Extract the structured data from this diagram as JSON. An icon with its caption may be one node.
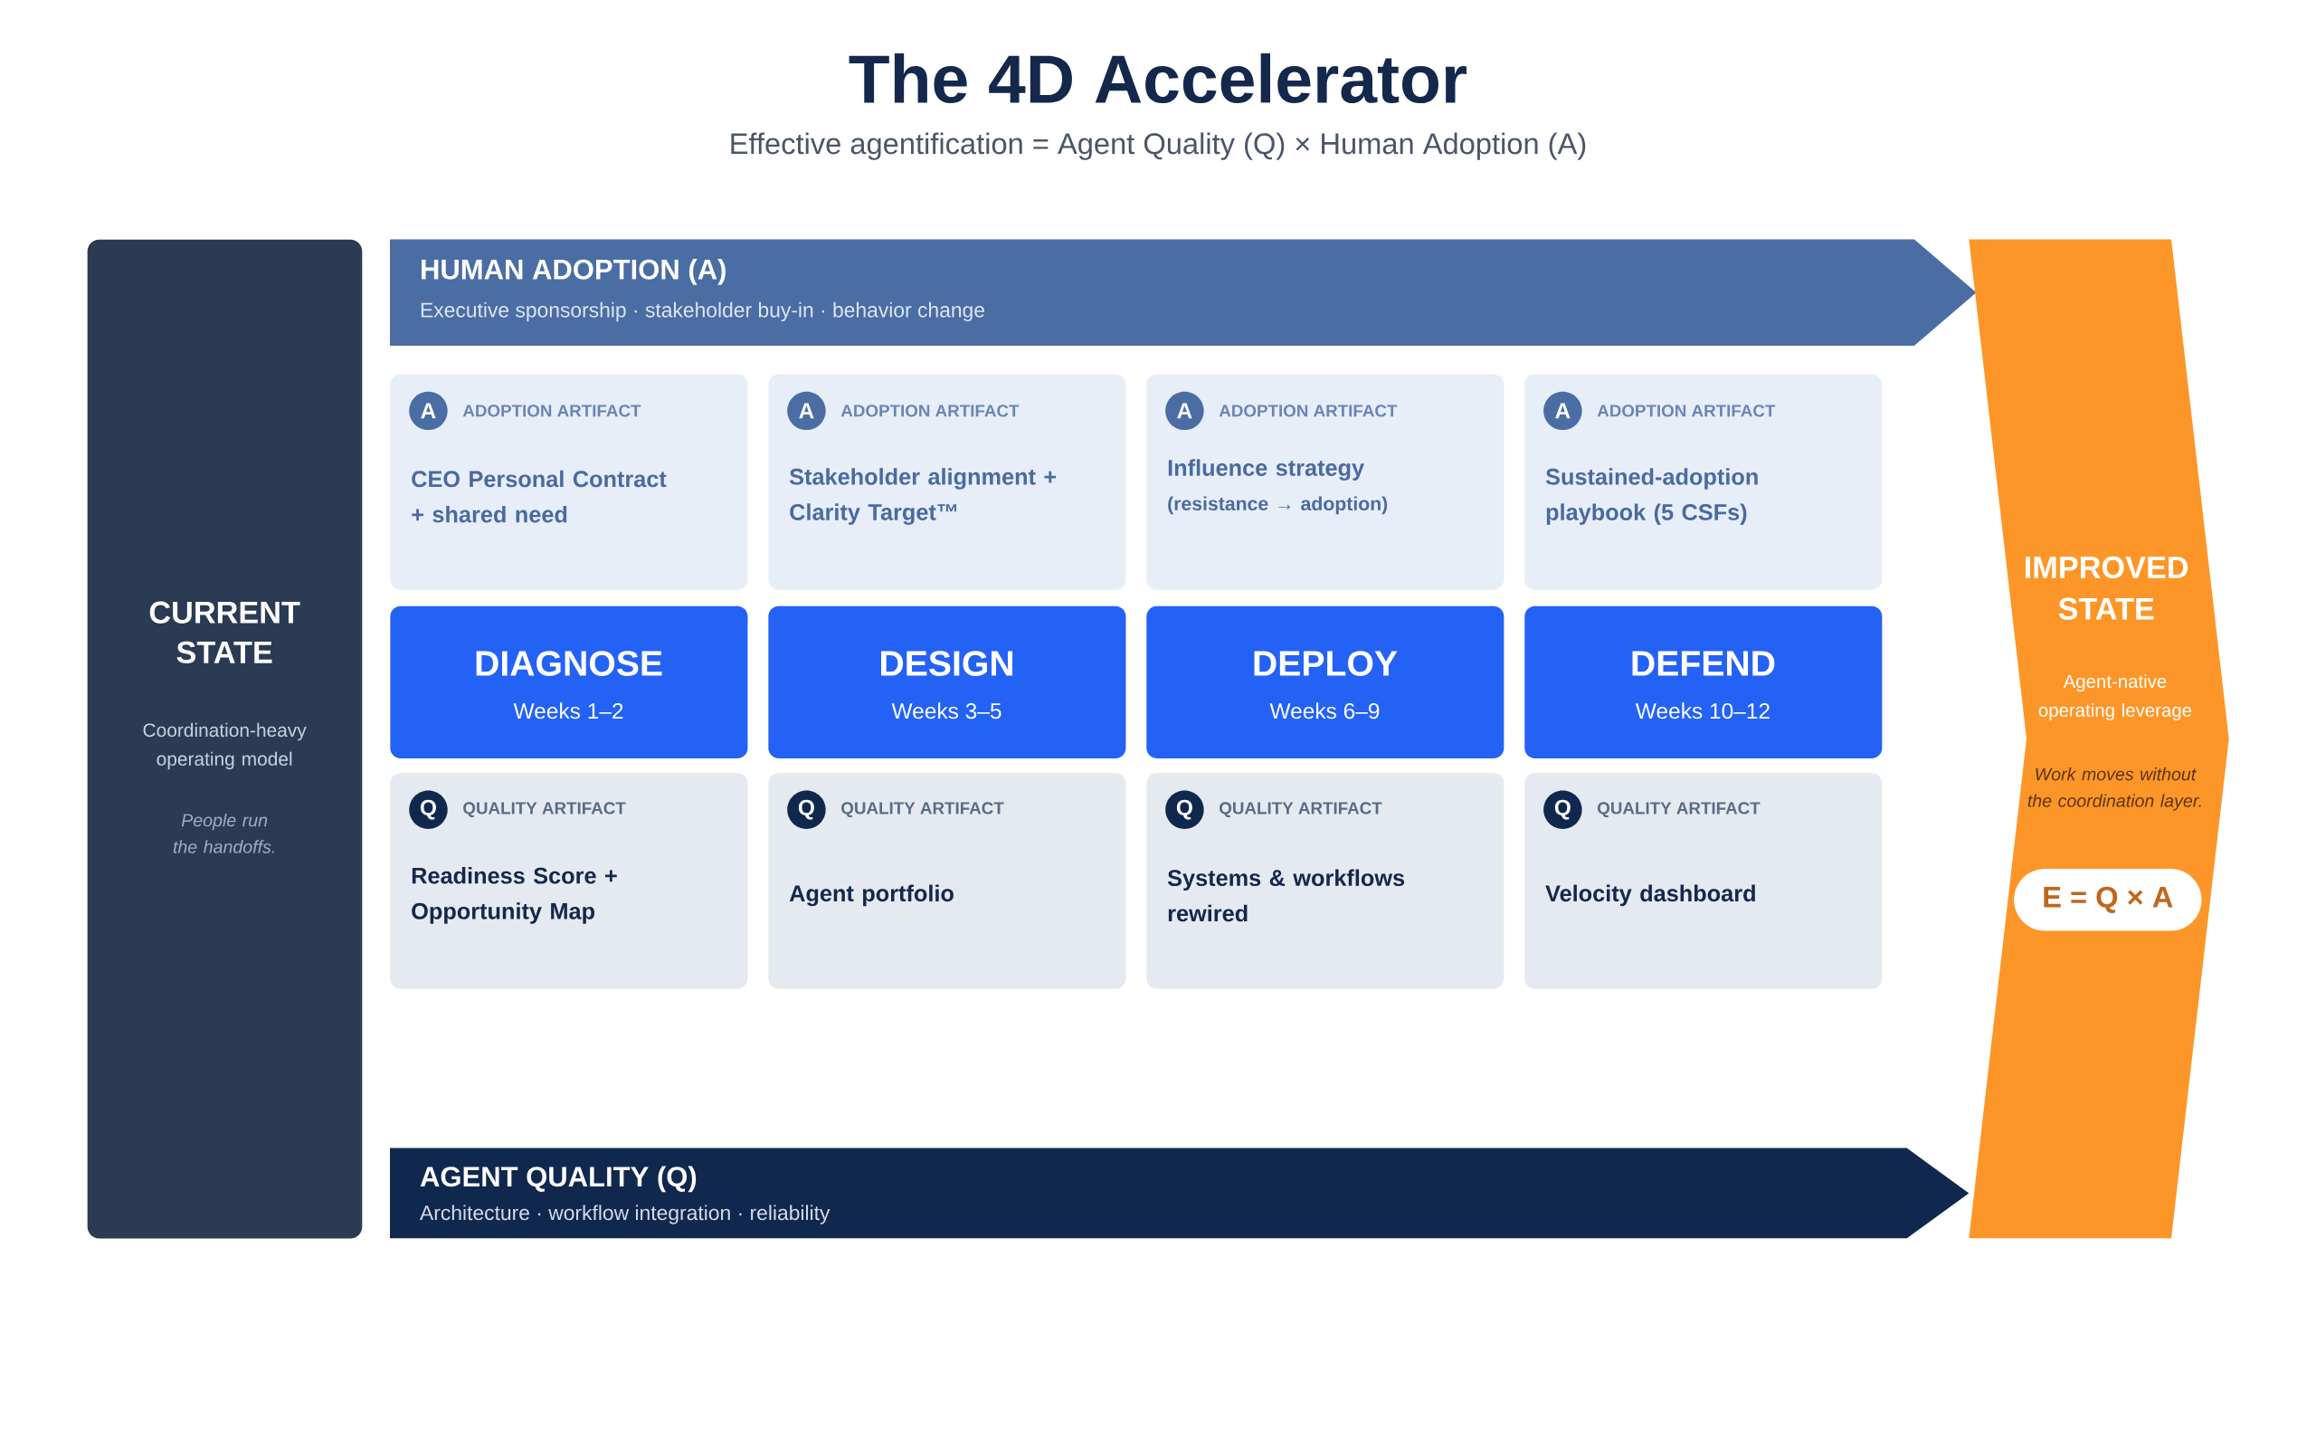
{
  "diagram": {
    "title": "The 4D Accelerator",
    "caption": "Effective agentification = Agent Quality (Q) × Human Adoption (A)",
    "nodes": [
      {
        "text": [
          "CURRENT STATE",
          "Coordination-heavy operating model",
          "People run the handoffs."
        ]
      },
      {
        "text": [
          "HUMAN ADOPTION (A)",
          "Executive sponsorship · stakeholder buy-in · behavior change"
        ]
      },
      {
        "text": [
          "ADOPTION ARTIFACT",
          "CEO Personal Contract + shared need"
        ]
      },
      {
        "text": [
          "A"
        ],
        "in": 2
      },
      {
        "text": [
          "ADOPTION ARTIFACT",
          "Stakeholder alignment + Clarity Target™"
        ]
      },
      {
        "text": [
          "A"
        ],
        "in": 4
      },
      {
        "text": [
          "ADOPTION ARTIFACT",
          "Influence strategy",
          "(resistance → adoption)"
        ]
      },
      {
        "text": [
          "A"
        ],
        "in": 6
      },
      {
        "text": [
          "ADOPTION ARTIFACT",
          "Sustained-adoption playbook (5 CSFs)"
        ]
      },
      {
        "text": [
          "A"
        ],
        "in": 8
      },
      {
        "text": [
          "DIAGNOSE",
          "Weeks 1–2"
        ]
      },
      {
        "text": [
          "DESIGN",
          "Weeks 3–5"
        ]
      },
      {
        "text": [
          "DEPLOY",
          "Weeks 6–9"
        ]
      },
      {
        "text": [
          "DEFEND",
          "Weeks 10–12"
        ]
      },
      {
        "text": [
          "QUALITY ARTIFACT",
          "Readiness Score + Opportunity Map"
        ]
      },
      {
        "text": [
          "Q"
        ],
        "in": 14
      },
      {
        "text": [
          "QUALITY ARTIFACT",
          "Agent portfolio"
        ]
      },
      {
        "text": [
          "Q"
        ],
        "in": 16
      },
      {
        "text": [
          "QUALITY ARTIFACT",
          "Systems & workflows rewired"
        ]
      },
      {
        "text": [
          "Q"
        ],
        "in": 18
      },
      {
        "text": [
          "QUALITY ARTIFACT",
          "Velocity dashboard"
        ]
      },
      {
        "text": [
          "Q"
        ],
        "in": 20
      },
      {
        "text": [
          "AGENT QUALITY (Q)",
          "Architecture · workflow integration · reliability"
        ]
      },
      {
        "text": [
          "IMPROVED STATE",
          "Agent-native operating leverage",
          "Work moves without the coordination layer."
        ]
      },
      {
        "text": [
          "E = Q × A"
        ],
        "in": 23
      }
    ]
  }
}
